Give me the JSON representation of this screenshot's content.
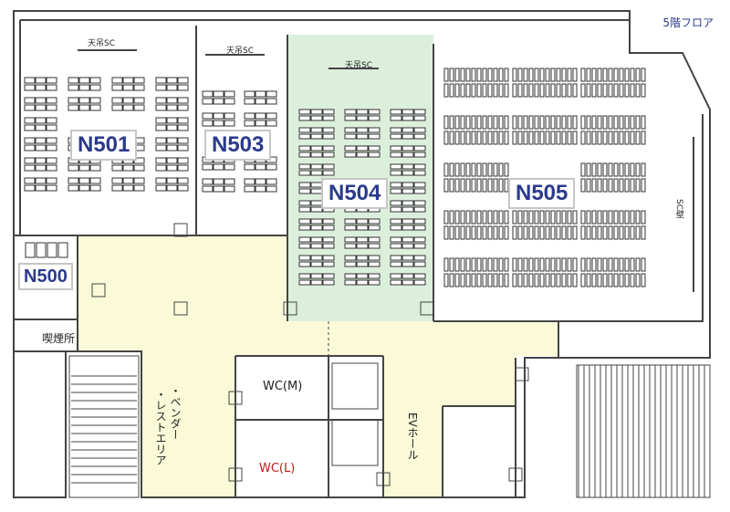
{
  "floor_title": "5階フロア",
  "colors": {
    "wall": "#444444",
    "corridor_fill": "#fafad8",
    "room_n504_fill": "#dcefdc",
    "label_text": "#2a3a8c",
    "wc_l_text": "#c01818"
  },
  "rooms": {
    "n501": "N501",
    "n503": "N503",
    "n504": "N504",
    "n505": "N505",
    "n500": "N500"
  },
  "labels": {
    "screen_n501": "天吊SC",
    "screen_n503": "天吊SC",
    "screen_n504": "天吊SC",
    "screen_wall_n505": "SC壁",
    "smoking": "喫煙所",
    "wc_men": "WC(M)",
    "wc_women": "WC(L)",
    "vendor_line1": "・ベンダー",
    "vendor_line2": "・レストエリア",
    "ev_hall": "EVホール"
  }
}
